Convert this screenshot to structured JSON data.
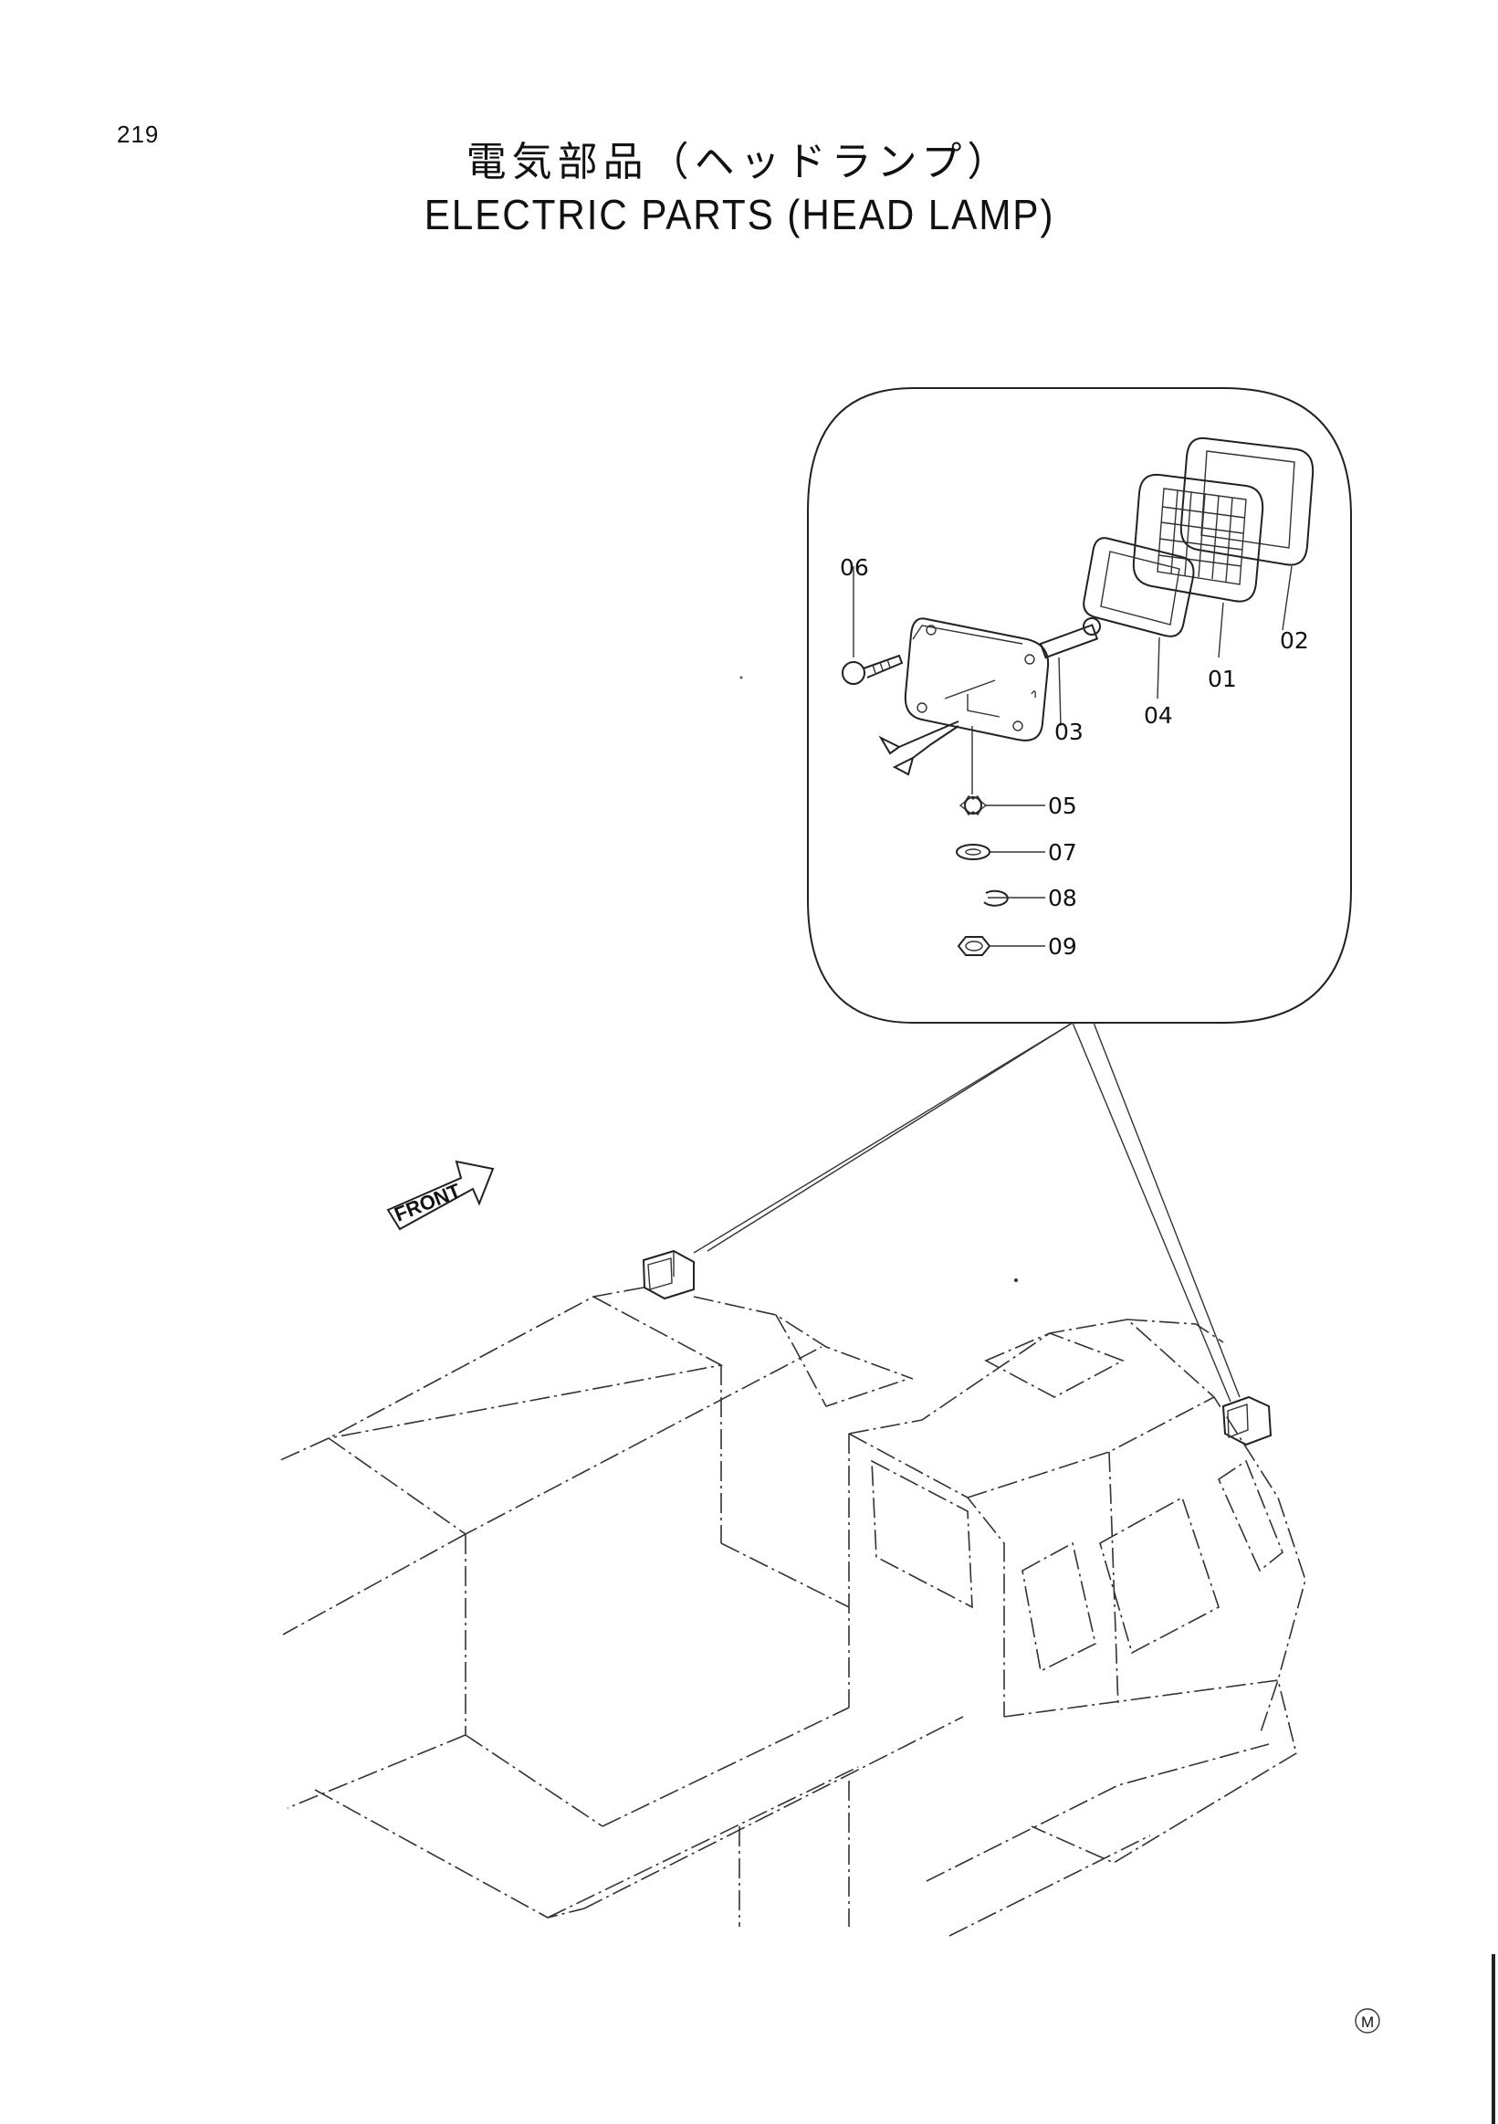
{
  "page_number": "219",
  "title": {
    "japanese": "電気部品（ヘッドランプ）",
    "english": "ELECTRIC PARTS (HEAD LAMP)"
  },
  "orientation_label": "FRONT",
  "mark_symbol": "M",
  "callouts": [
    {
      "id": "01",
      "label": "01"
    },
    {
      "id": "02",
      "label": "02"
    },
    {
      "id": "03",
      "label": "03"
    },
    {
      "id": "04",
      "label": "04"
    },
    {
      "id": "05",
      "label": "05"
    },
    {
      "id": "06",
      "label": "06"
    },
    {
      "id": "07",
      "label": "07"
    },
    {
      "id": "08",
      "label": "08"
    },
    {
      "id": "09",
      "label": "09"
    }
  ]
}
